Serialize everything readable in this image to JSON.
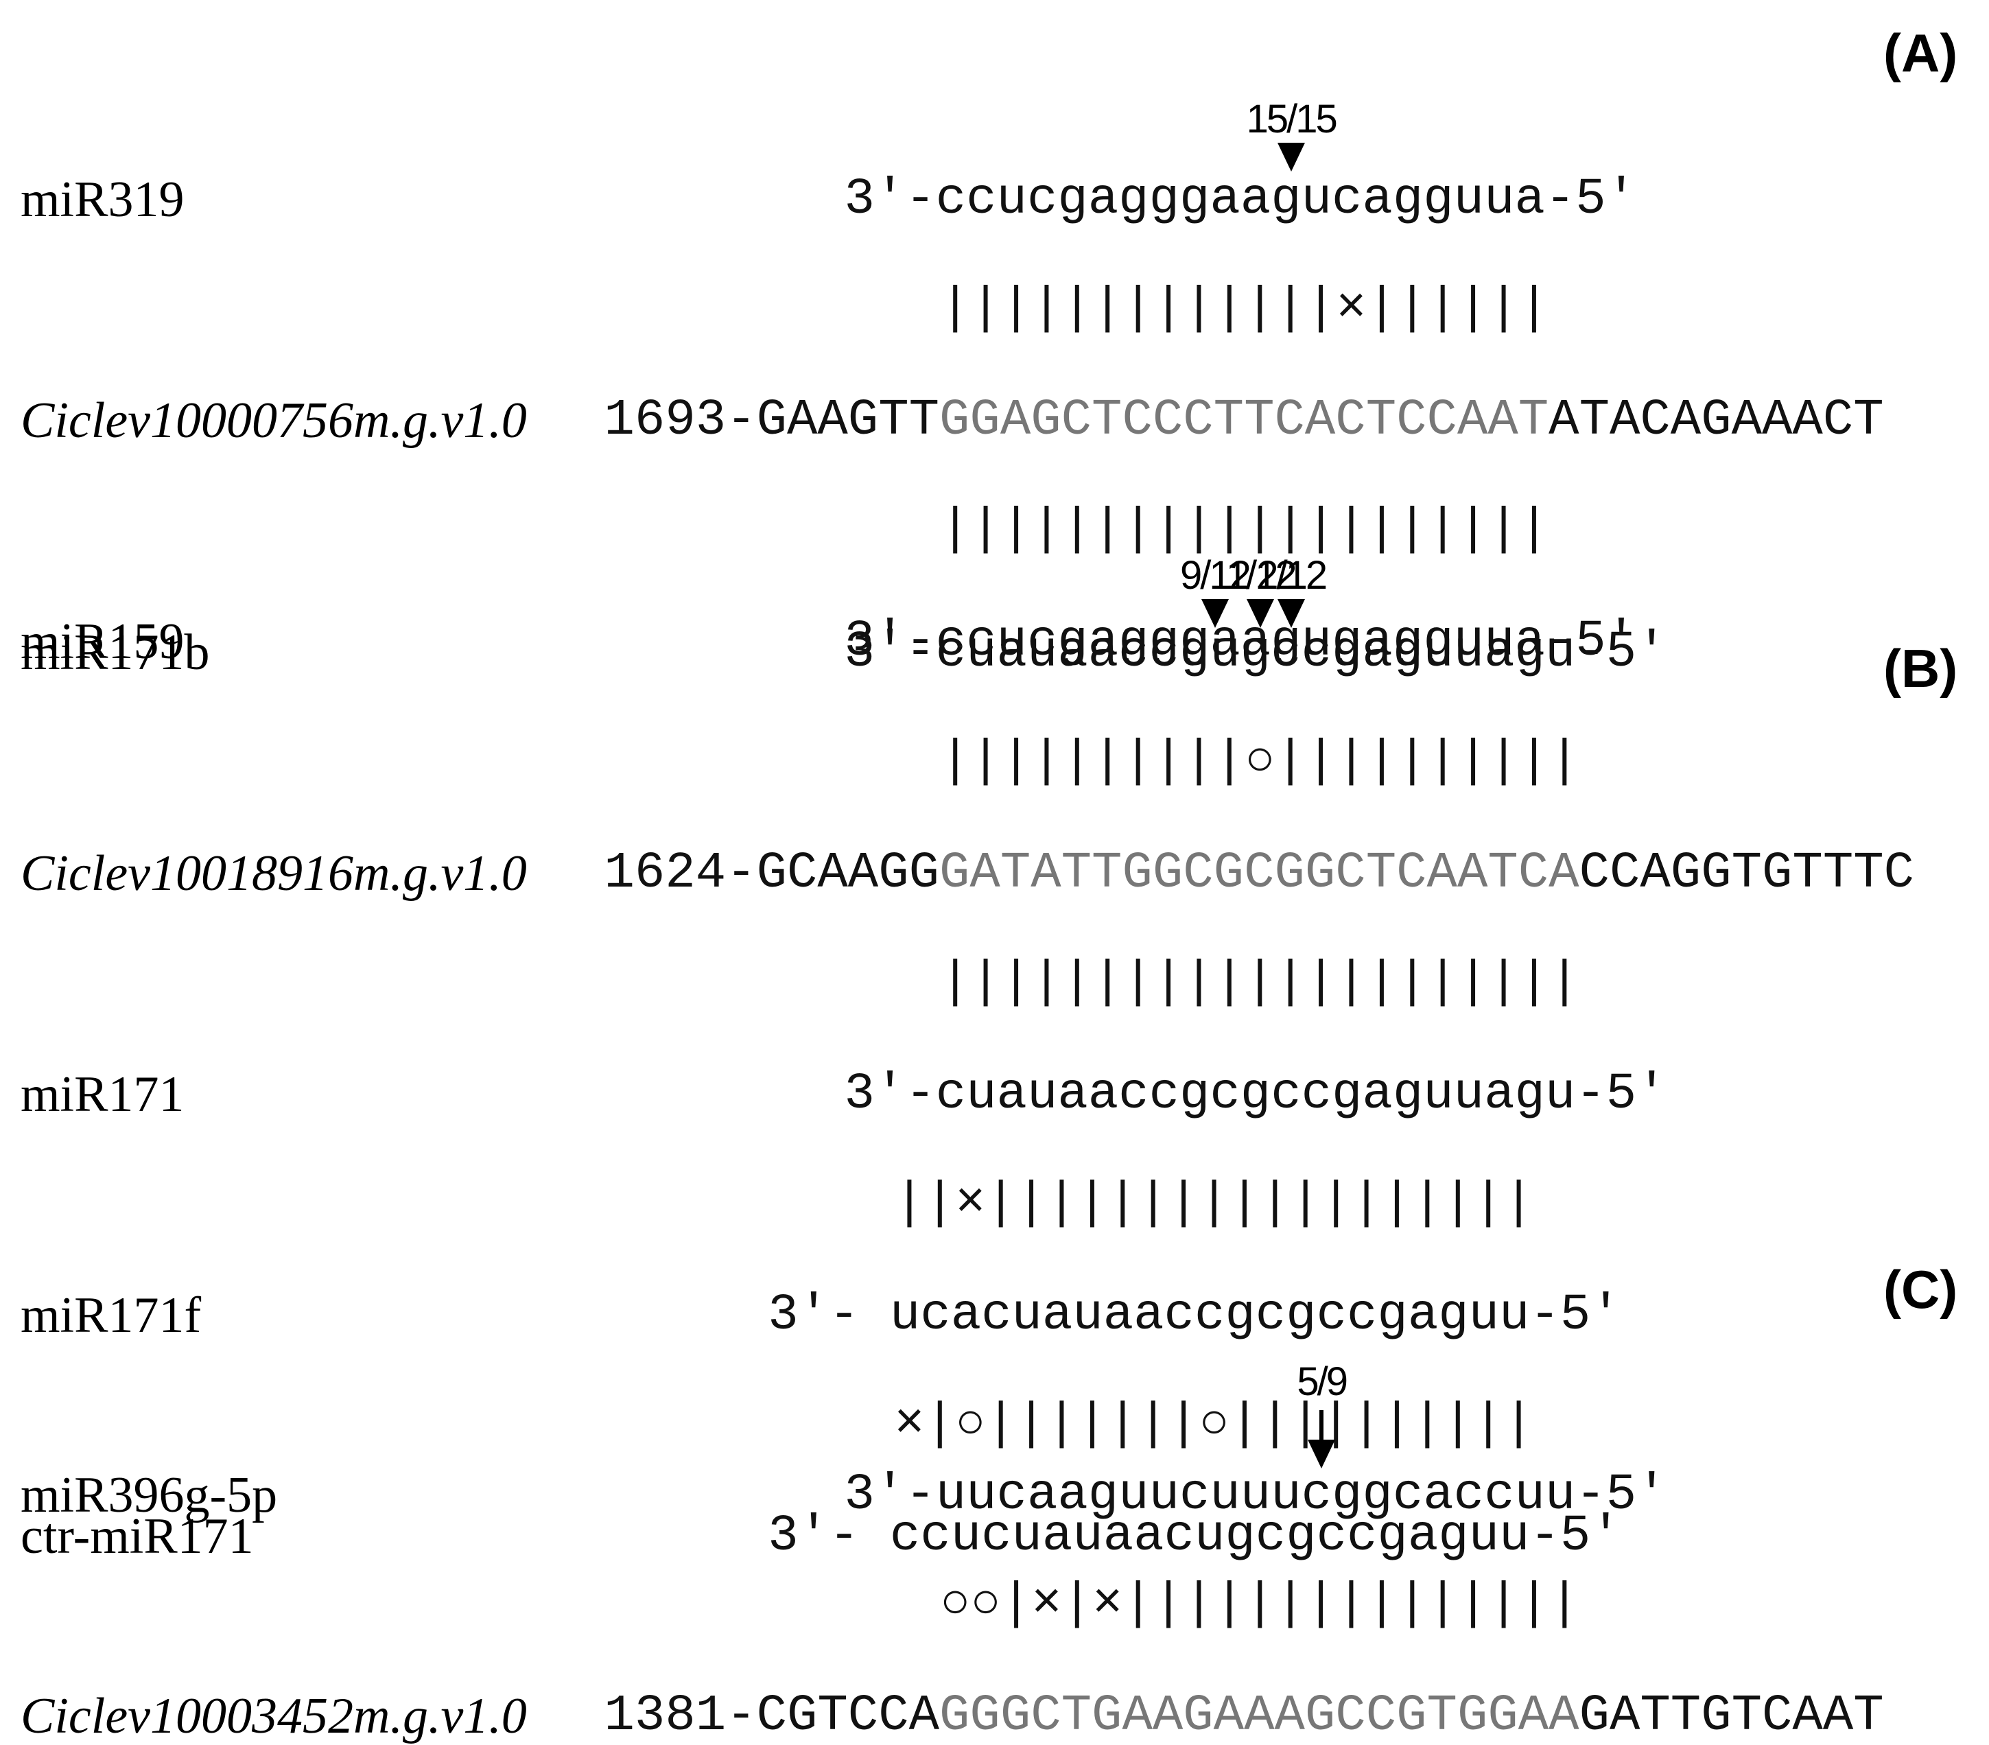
{
  "panels": [
    {
      "id": "A",
      "label": "(A)",
      "cleavage": [
        {
          "count": "15/15",
          "pos": 11
        }
      ],
      "rows": [
        {
          "kind": "mirna",
          "name": "miR319",
          "prefix": "3′-",
          "seq": "ccucgagggaagucagguua",
          "suffix": "-5′"
        },
        {
          "kind": "pair",
          "text": "|||||||||||||×||||||"
        },
        {
          "kind": "target",
          "name": "Ciclev10000756m.g.v1.0",
          "pos": "1693",
          "left": "GAAGTT",
          "core": "GGAGCTCCCTTCACTCCAAT",
          "right": "ATACAGAAACT"
        },
        {
          "kind": "pair",
          "text": "||||||||||||||||||||"
        },
        {
          "kind": "mirna",
          "name": "miR159",
          "prefix": "3′-",
          "seq": "ccucgagggaagugagguua",
          "suffix": "-5′"
        }
      ]
    },
    {
      "id": "B",
      "label": "(B)",
      "cleavage": [
        {
          "count": "9/12",
          "pos": 8.5
        },
        {
          "count": "1/12",
          "pos": 10
        },
        {
          "count": "2/12",
          "pos": 11
        }
      ],
      "rows": [
        {
          "kind": "mirna",
          "name": "miR171b",
          "prefix": "3′-",
          "seq": "cuauaaccgugccgaguuagu",
          "suffix": "-5′"
        },
        {
          "kind": "pair",
          "text": "||||||||||○||||||||||"
        },
        {
          "kind": "target",
          "name": "Ciclev10018916m.g.v1.0",
          "pos": "1624",
          "left": "GCAAGG",
          "core": "GATATTGGCGCGGCTCAATCA",
          "right": "CCAGGTGTTTC"
        },
        {
          "kind": "pair",
          "text": "|||||||||||||||||||||"
        },
        {
          "kind": "mirna",
          "name": "miR171",
          "prefix": "3′-",
          "seq": "cuauaaccgcgccgaguuagu",
          "suffix": "-5′"
        },
        {
          "kind": "pair",
          "text": "||×||||||||||||||||||",
          "offset": -1
        },
        {
          "kind": "mirna",
          "name": "miR171f",
          "prefix": "3′- ",
          "seq": "ucacuauaaccgcgccgaguu",
          "suffix": "-5′",
          "offset": -1
        },
        {
          "kind": "pair",
          "text": "×|○|||||||○||||||||||",
          "offset": -1
        },
        {
          "kind": "mirna",
          "name": "ctr-miR171",
          "prefix": "3′- ",
          "seq": "ccucuauaacugcgccgaguu",
          "suffix": "-5′",
          "offset": -1
        }
      ]
    },
    {
      "id": "C",
      "label": "(C)",
      "cleavage": [
        {
          "count": "5/9",
          "pos": 12
        }
      ],
      "rows": [
        {
          "kind": "mirna",
          "name": "miR396g-5p",
          "prefix": "3′-",
          "seq": "uucaaguucuuucggcaccuu",
          "suffix": "-5′"
        },
        {
          "kind": "pair",
          "text": "○○|×|×|||||||||||||||"
        },
        {
          "kind": "target",
          "name": "Ciclev10003452m.g.v1.0",
          "pos": "1381",
          "left": "CGTCCA",
          "core": "GGGCTGAAGAAAGCCGTGGAA",
          "right": "GATTGTCAAT"
        }
      ]
    }
  ]
}
